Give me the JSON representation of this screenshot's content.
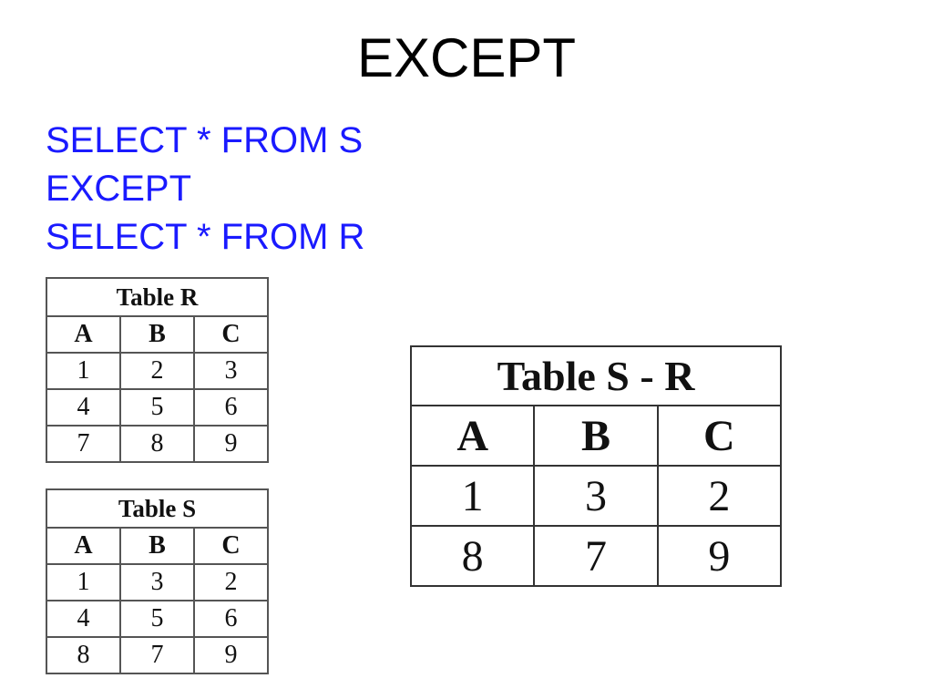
{
  "title": "EXCEPT",
  "query": {
    "line1": "SELECT * FROM S",
    "line2": "EXCEPT",
    "line3": "SELECT * FROM R"
  },
  "table_r": {
    "caption": "Table R",
    "columns": [
      "A",
      "B",
      "C"
    ],
    "rows": [
      [
        "1",
        "2",
        "3"
      ],
      [
        "4",
        "5",
        "6"
      ],
      [
        "7",
        "8",
        "9"
      ]
    ]
  },
  "table_s": {
    "caption": "Table S",
    "columns": [
      "A",
      "B",
      "C"
    ],
    "rows": [
      [
        "1",
        "3",
        "2"
      ],
      [
        "4",
        "5",
        "6"
      ],
      [
        "8",
        "7",
        "9"
      ]
    ]
  },
  "table_s_minus_r": {
    "caption": "Table S - R",
    "columns": [
      "A",
      "B",
      "C"
    ],
    "rows": [
      [
        "1",
        "3",
        "2"
      ],
      [
        "8",
        "7",
        "9"
      ]
    ]
  }
}
